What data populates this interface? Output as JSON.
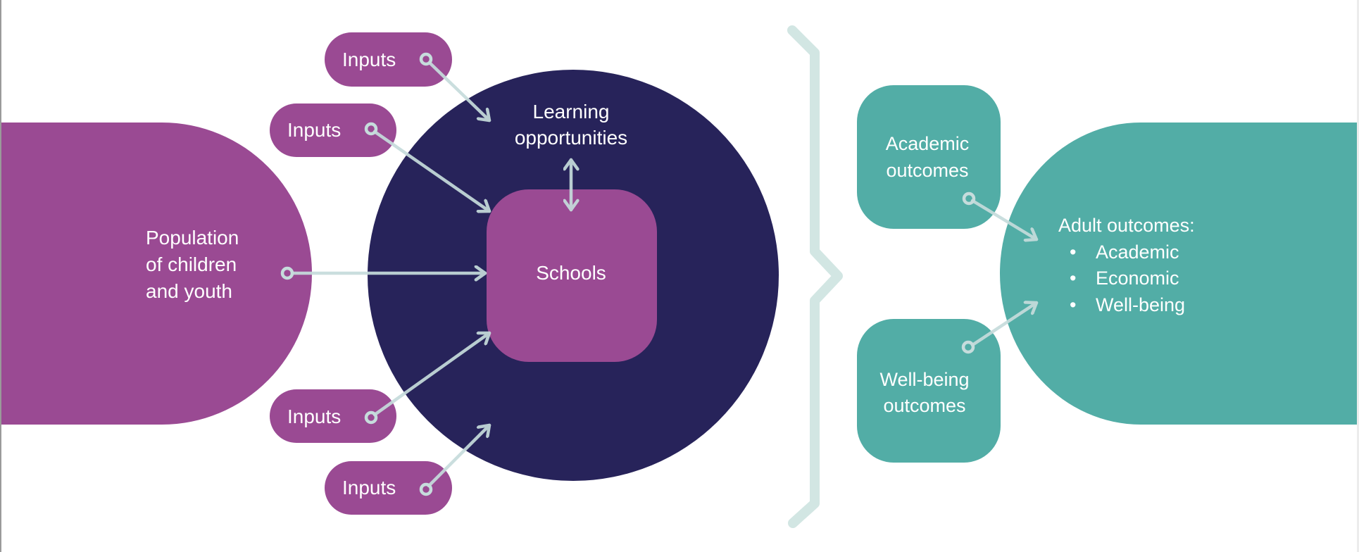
{
  "colors": {
    "purple": "#9a4a93",
    "navy": "#27235a",
    "teal": "#52ada6",
    "brace": "#d2e6e3",
    "connector": "#c6dcdc",
    "text": "#ffffff"
  },
  "population": {
    "lines": [
      "Population",
      "of children",
      "and youth"
    ]
  },
  "inputs": [
    {
      "label": "Inputs"
    },
    {
      "label": "Inputs"
    },
    {
      "label": "Inputs"
    },
    {
      "label": "Inputs"
    }
  ],
  "learning": {
    "lines": [
      "Learning",
      "opportunities"
    ]
  },
  "schools": {
    "label": "Schools"
  },
  "outcomes": {
    "academic": {
      "lines": [
        "Academic",
        "outcomes"
      ]
    },
    "wellbeing": {
      "lines": [
        "Well-being",
        "outcomes"
      ]
    }
  },
  "adult": {
    "title": "Adult outcomes:",
    "items": [
      "Academic",
      "Economic",
      "Well-being"
    ],
    "bullet": "•"
  }
}
